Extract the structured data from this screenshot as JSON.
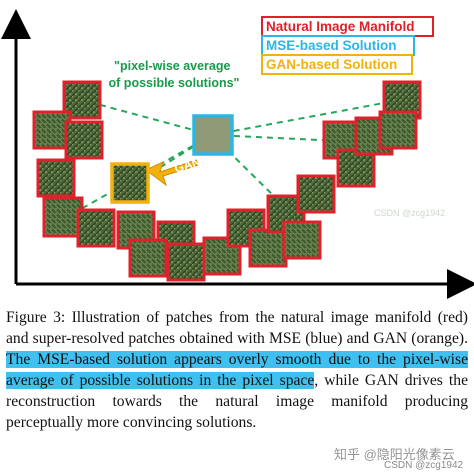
{
  "figure": {
    "legend": {
      "natural_manifold": "Natural Image Manifold",
      "mse_solution": "MSE-based Solution",
      "gan_solution": "GAN-based Solution"
    },
    "annotation": "\"pixel-wise average\nof possible solutions\"",
    "arrow_label": "GAN",
    "colors": {
      "natural": "#e0202a",
      "mse": "#2ab7e6",
      "gan": "#f2b10c",
      "annotation": "#1a9a4a",
      "dashed": "#26a65b"
    }
  },
  "caption": {
    "part1": "Figure 3: Illustration of patches from the natural image manifold (red) and super-resolved patches obtained with MSE (blue) and GAN (orange). ",
    "highlight": "The MSE-based solution appears overly smooth due to the pixel-wise average of possible solutions in the pixel space",
    "part2": ", while GAN drives the reconstruction towards the natural image manifold producing perceptually more convincing solutions."
  },
  "watermarks": {
    "zhihu": "知乎 @隐阳光像素云",
    "csdn": "CSDN @zcg1942"
  }
}
